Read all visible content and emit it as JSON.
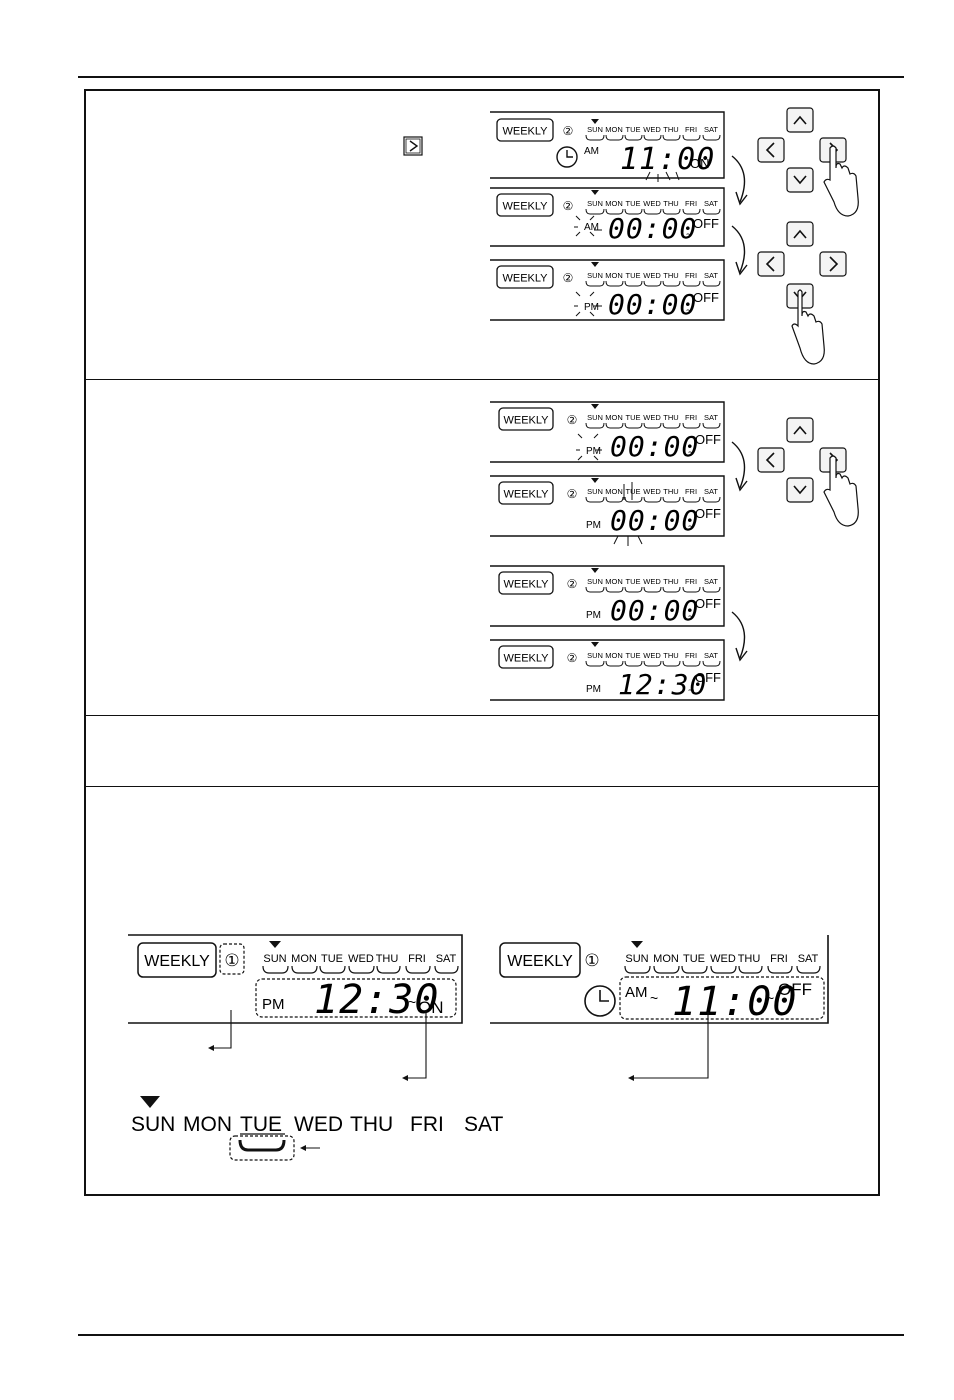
{
  "lcd": {
    "weekly": "WEEKLY",
    "days": [
      "SUN",
      "MON",
      "TUE",
      "WED",
      "THU",
      "FRI",
      "SAT"
    ],
    "circled_two": "②",
    "circled_one": "①",
    "am": "AM",
    "pm": "PM",
    "on": "ON",
    "off": "OFF",
    "tilde": "~"
  },
  "section1": {
    "inline_button_icon": "right-arrow-button-icon",
    "display1": {
      "time": "11:00",
      "period": "AM",
      "state": "ON"
    },
    "display2": {
      "time": "00:00",
      "period": "AM",
      "state": "OFF"
    },
    "display3": {
      "time": "00:00",
      "period": "PM",
      "state": "OFF"
    }
  },
  "section2": {
    "display1": {
      "time": "00:00",
      "period": "PM",
      "state": "OFF"
    },
    "display2": {
      "time": "00:00",
      "period": "PM",
      "state": "OFF"
    },
    "display3": {
      "time": "00:00",
      "period": "PM",
      "state": "OFF"
    },
    "display4": {
      "time": "12:30",
      "period": "PM",
      "state": "OFF"
    }
  },
  "section4": {
    "left_display": {
      "time": "12:30",
      "period": "PM",
      "state": "ON"
    },
    "right_display": {
      "time": "11:00",
      "period": "AM",
      "state": "OFF"
    },
    "day_legend": [
      "SUN",
      "MON",
      "TUE",
      "WED",
      "THU",
      "FRI",
      "SAT"
    ]
  }
}
